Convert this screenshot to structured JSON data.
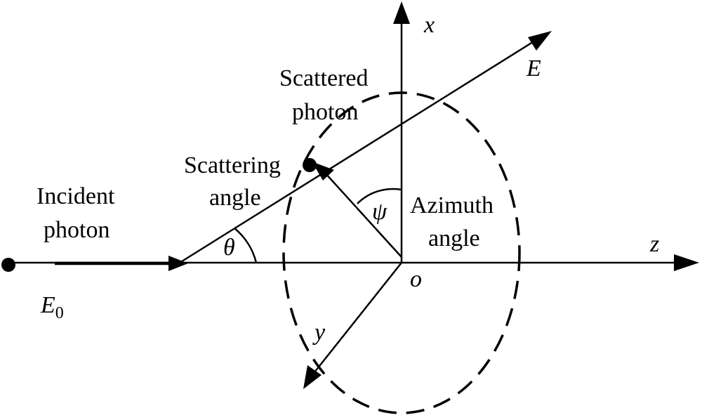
{
  "labels": {
    "incident_1": "Incident",
    "incident_2": "photon",
    "e0_main": "E",
    "e0_sub": "0",
    "scattering_1": "Scattering",
    "scattering_2": "angle",
    "scattered_1": "Scattered",
    "scattered_2": "photon",
    "azimuth_1": "Azimuth",
    "azimuth_2": "angle",
    "theta": "θ",
    "psi": "ψ",
    "x_axis": "x",
    "z_axis": "z",
    "y_axis": "y",
    "origin": "o",
    "energy": "E"
  }
}
